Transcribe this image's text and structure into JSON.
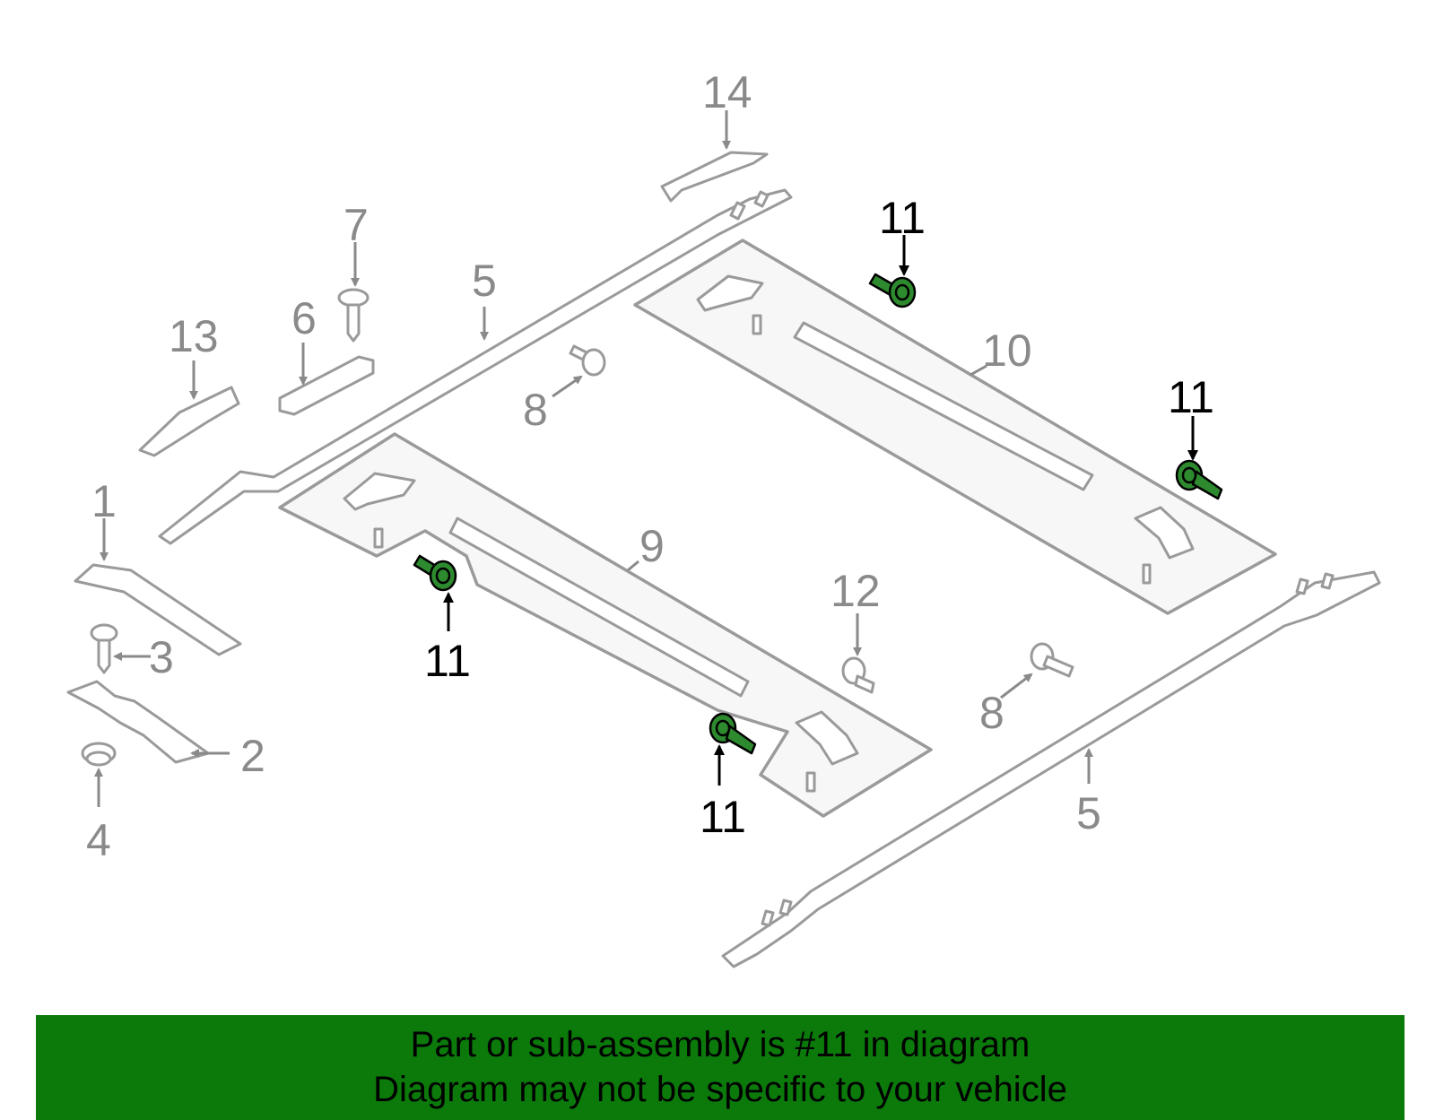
{
  "callouts": {
    "c1": "1",
    "c2": "2",
    "c3": "3",
    "c4": "4",
    "c5a": "5",
    "c5b": "5",
    "c6": "6",
    "c7": "7",
    "c8a": "8",
    "c8b": "8",
    "c9": "9",
    "c10": "10",
    "c11a": "11",
    "c11b": "11",
    "c11c": "11",
    "c11d": "11",
    "c12": "12",
    "c13": "13",
    "c14": "14"
  },
  "highlighted_part": "11",
  "colors": {
    "banner": "#0b7a0b",
    "highlight_part": "#2e8a2e",
    "line_art": "#9a9a9a"
  },
  "banner": {
    "line1": "Part or sub-assembly is #11 in diagram",
    "line2": "Diagram may not be specific to your vehicle"
  }
}
